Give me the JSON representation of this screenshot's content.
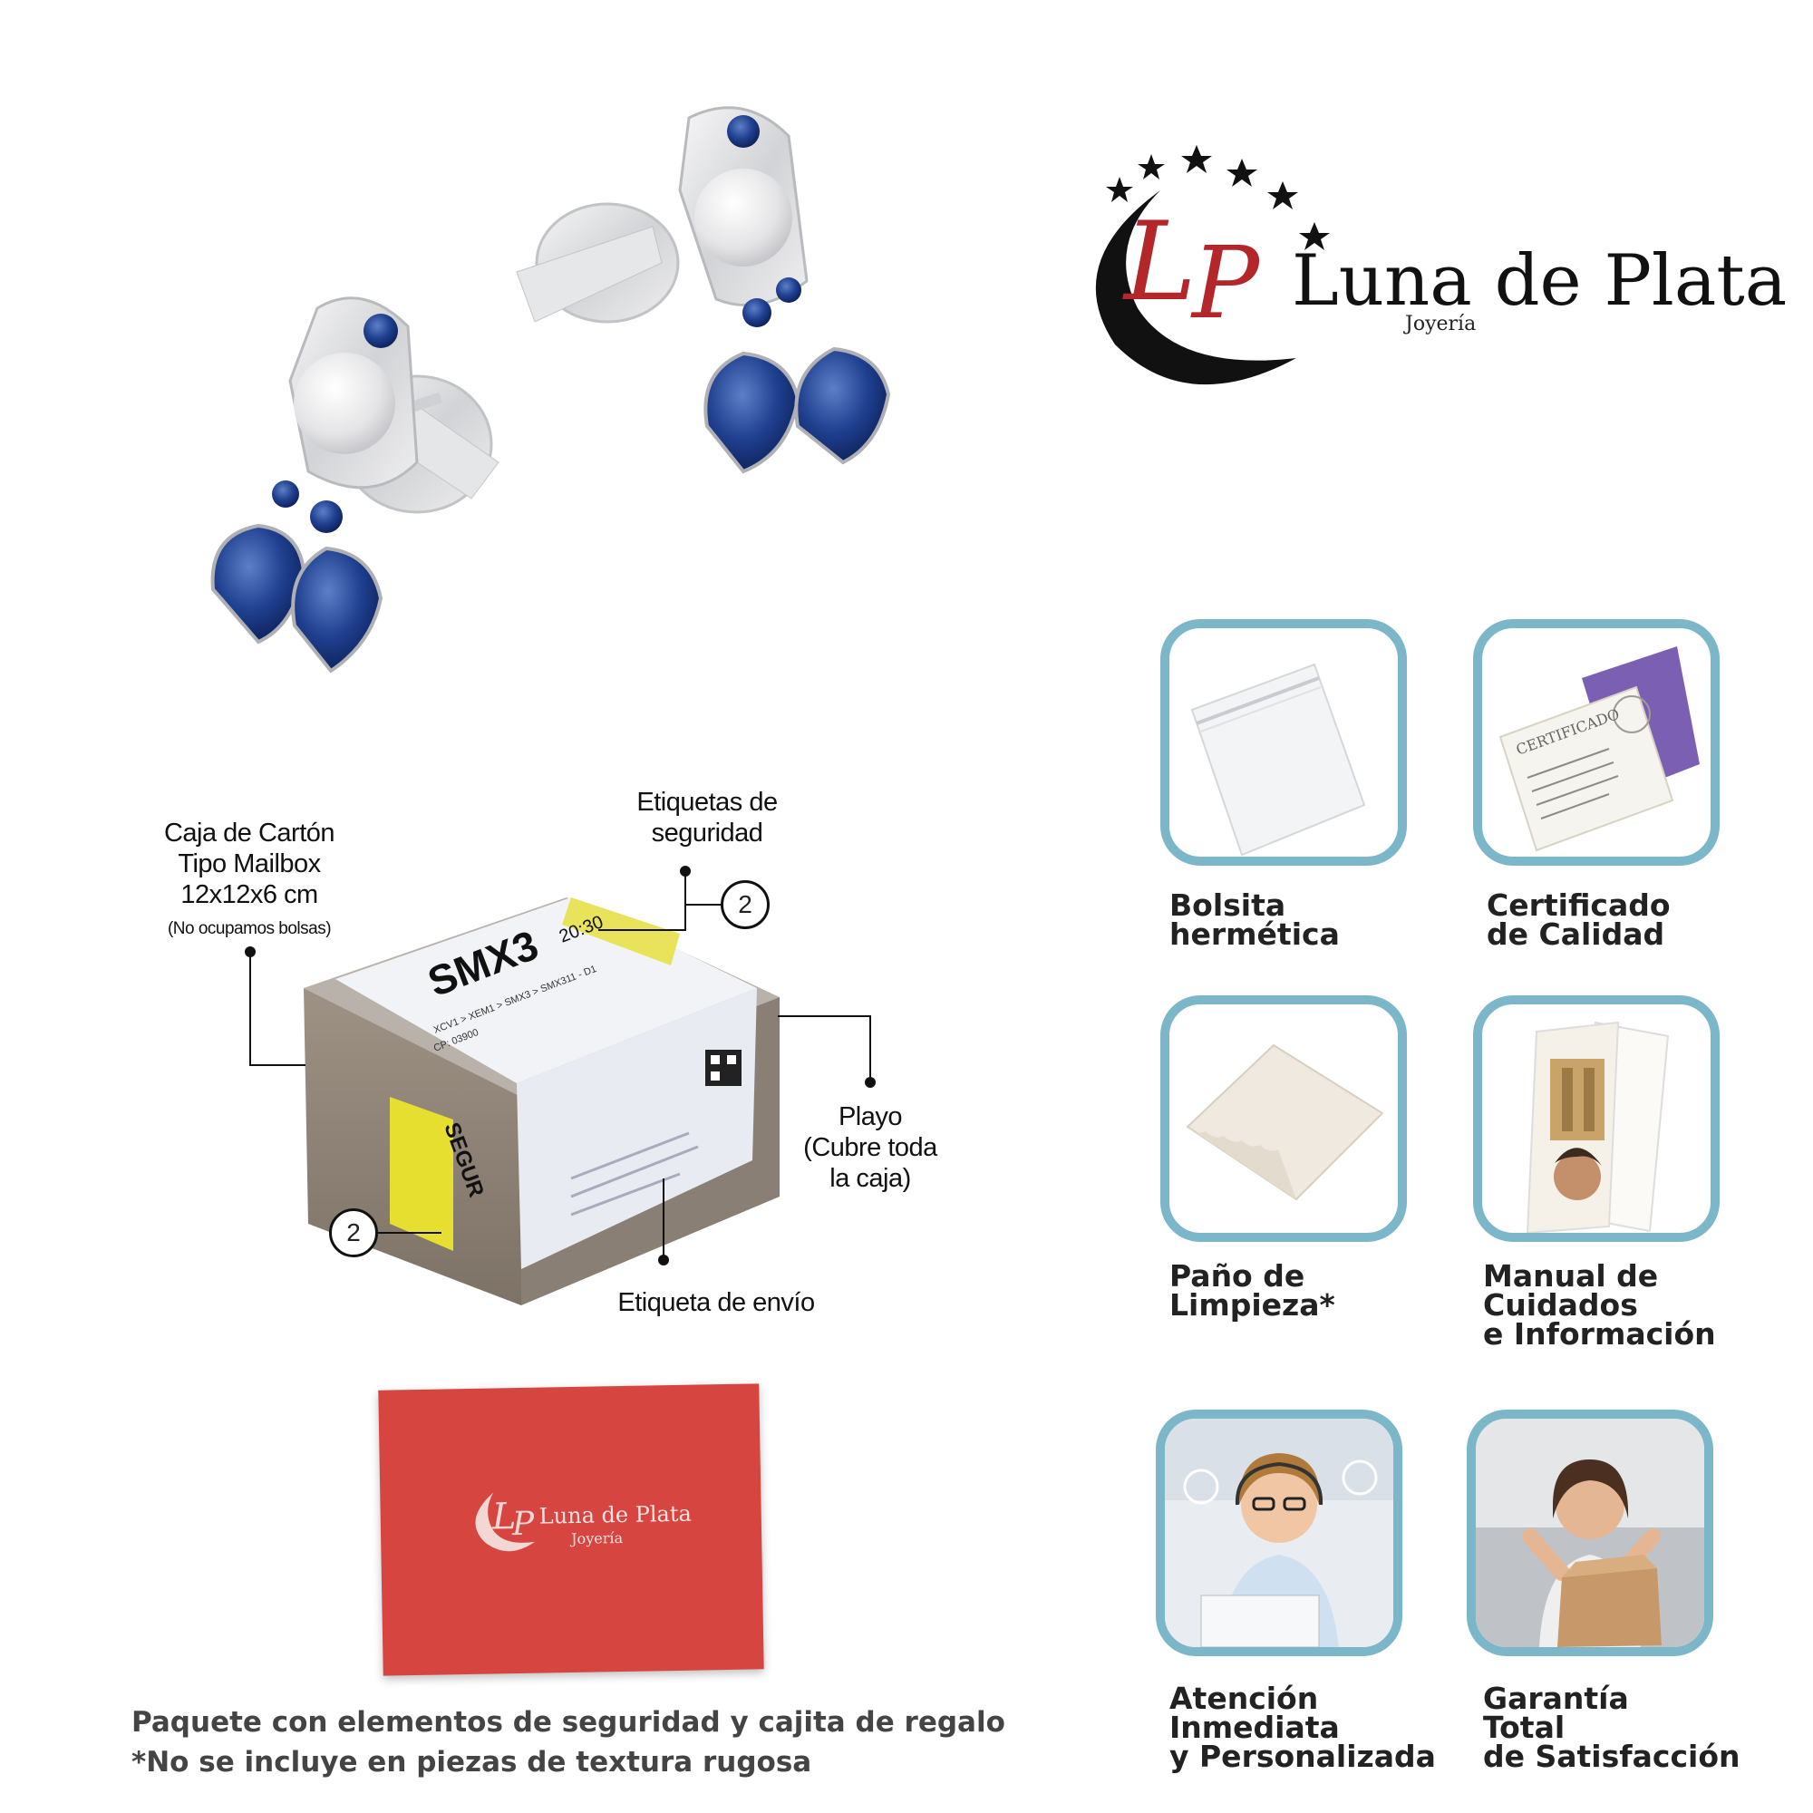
{
  "brand": {
    "name": "Luna de Plata",
    "subtitle": "Joyería",
    "colors": {
      "accent": "#b3262a",
      "dark": "#111111",
      "card_border": "#7bb6c9"
    }
  },
  "package": {
    "box_label": {
      "line1": "Caja de Cartón",
      "line2": "Tipo Mailbox",
      "line3": "12x12x6 cm",
      "note": "(No ocupamos bolsas)"
    },
    "security_labels": {
      "line1": "Etiquetas de",
      "line2": "seguridad",
      "count": "2"
    },
    "wrap_label": {
      "line1": "Playo",
      "line2": "(Cubre toda",
      "line3": "la caja)"
    },
    "side_count": "2",
    "shipping_label": "Etiqueta de envío",
    "box_print": {
      "code": "SMX3",
      "time": "20:30",
      "route": "XCV1 > XEM1 > SMX3 > SMX311 - D1",
      "cp": "CP: 03900",
      "side": "SEGUR"
    }
  },
  "gift_box": {
    "brand": "Luna de Plata",
    "subtitle": "Joyería"
  },
  "captions": {
    "line1": "Paquete con elementos de seguridad y cajita de regalo",
    "line2": "*No se incluye en piezas de textura rugosa"
  },
  "features": [
    {
      "title": "Bolsita\nhermética",
      "icon": "zip-bag-icon"
    },
    {
      "title": "Certificado\nde Calidad",
      "icon": "certificate-icon",
      "doc_text": "CERTIFICADO"
    },
    {
      "title": "Paño de\nLimpieza*",
      "icon": "cleaning-cloth-icon"
    },
    {
      "title": "Manual de\nCuidados\ne Información",
      "icon": "manual-icon"
    },
    {
      "title": "Atención\nInmediata\ny Personalizada",
      "icon": "support-agent-icon"
    },
    {
      "title": "Garantía\nTotal\nde Satisfacción",
      "icon": "happy-customer-icon"
    }
  ]
}
